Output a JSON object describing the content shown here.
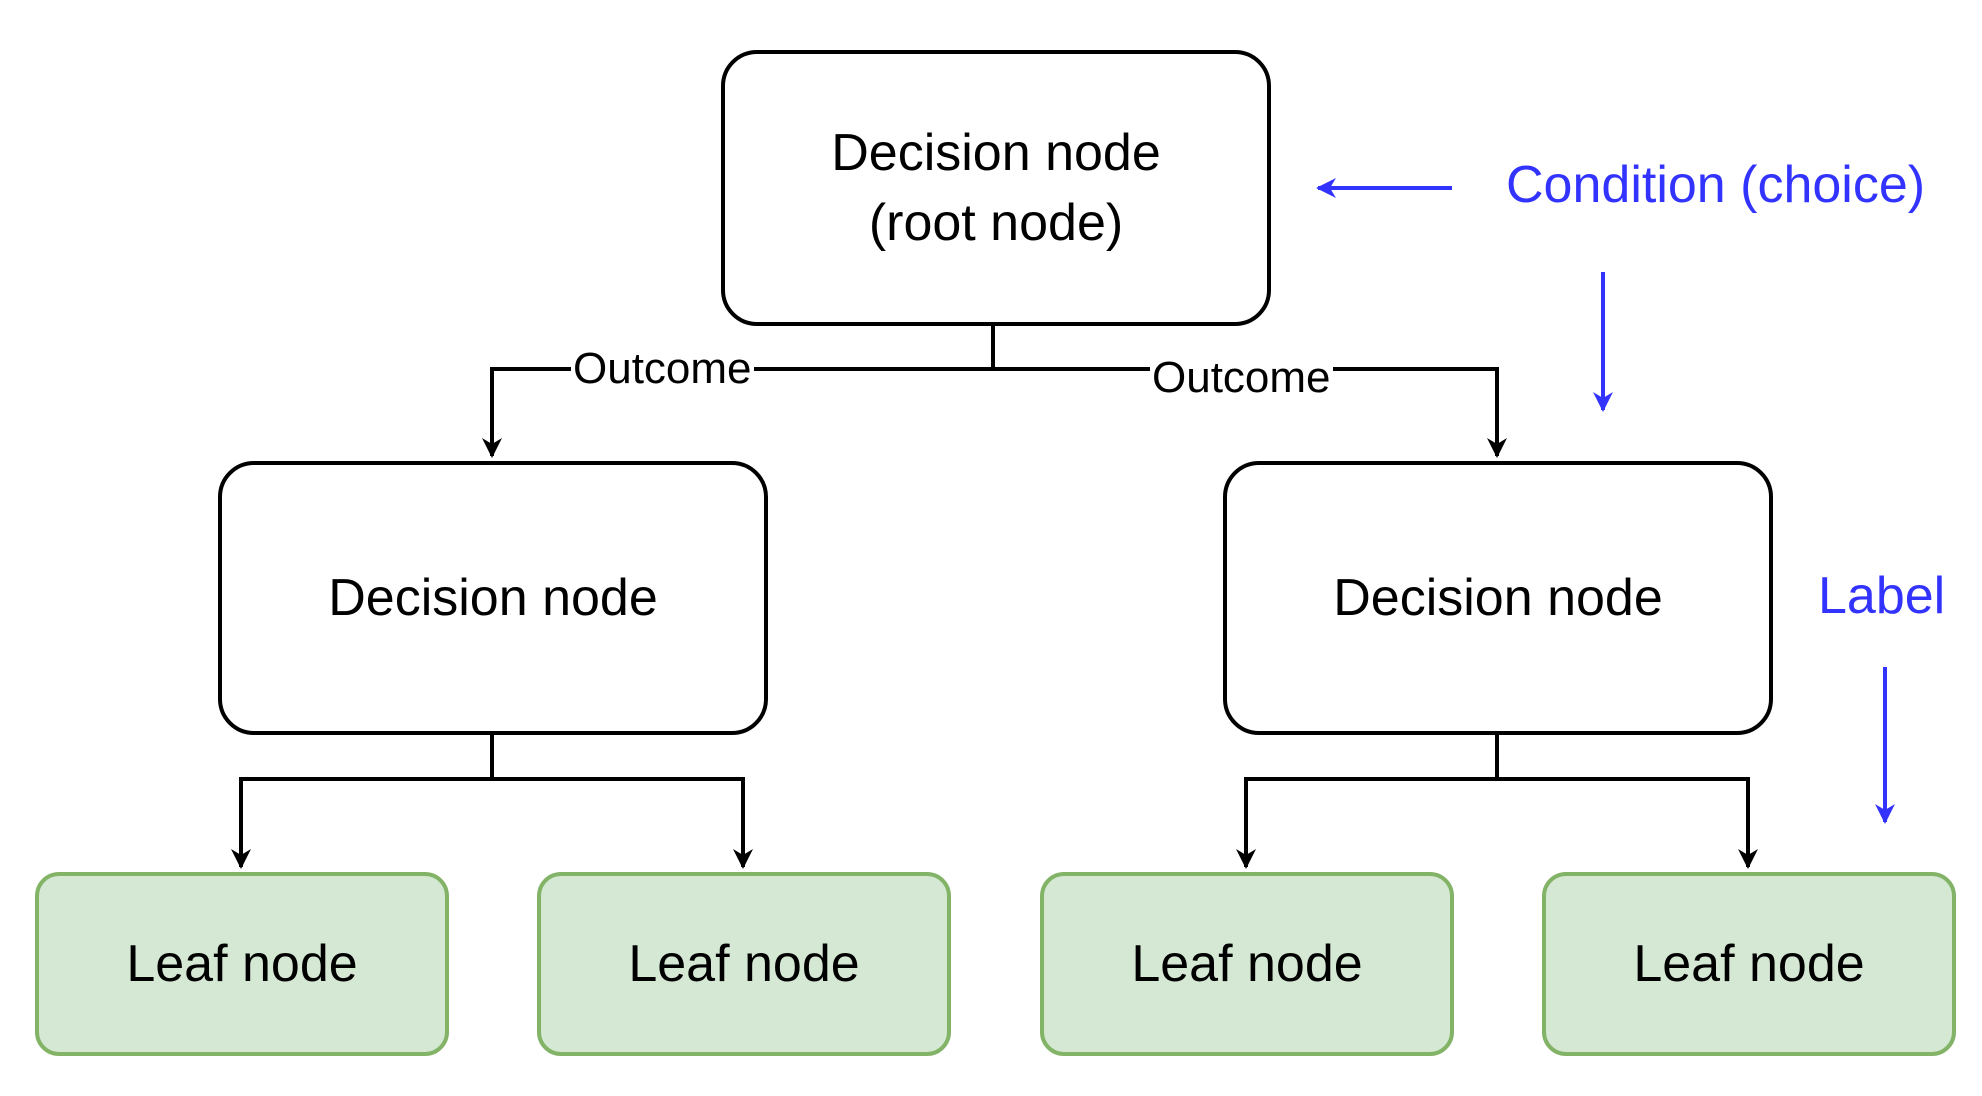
{
  "diagram": {
    "colors": {
      "stroke": "#000000",
      "leaf_fill": "#d5e8d4",
      "leaf_stroke": "#82b366",
      "annotation": "#3333ff"
    },
    "root_node": {
      "line1": "Decision node",
      "line2": "(root node)"
    },
    "decision_left": {
      "label": "Decision node"
    },
    "decision_right": {
      "label": "Decision node"
    },
    "leaf_nodes": [
      {
        "label": "Leaf node"
      },
      {
        "label": "Leaf node"
      },
      {
        "label": "Leaf node"
      },
      {
        "label": "Leaf node"
      }
    ],
    "edge_labels": {
      "left_outcome": "Outcome",
      "right_outcome": "Outcome"
    },
    "annotations": {
      "condition": "Condition (choice)",
      "label": "Label"
    }
  }
}
